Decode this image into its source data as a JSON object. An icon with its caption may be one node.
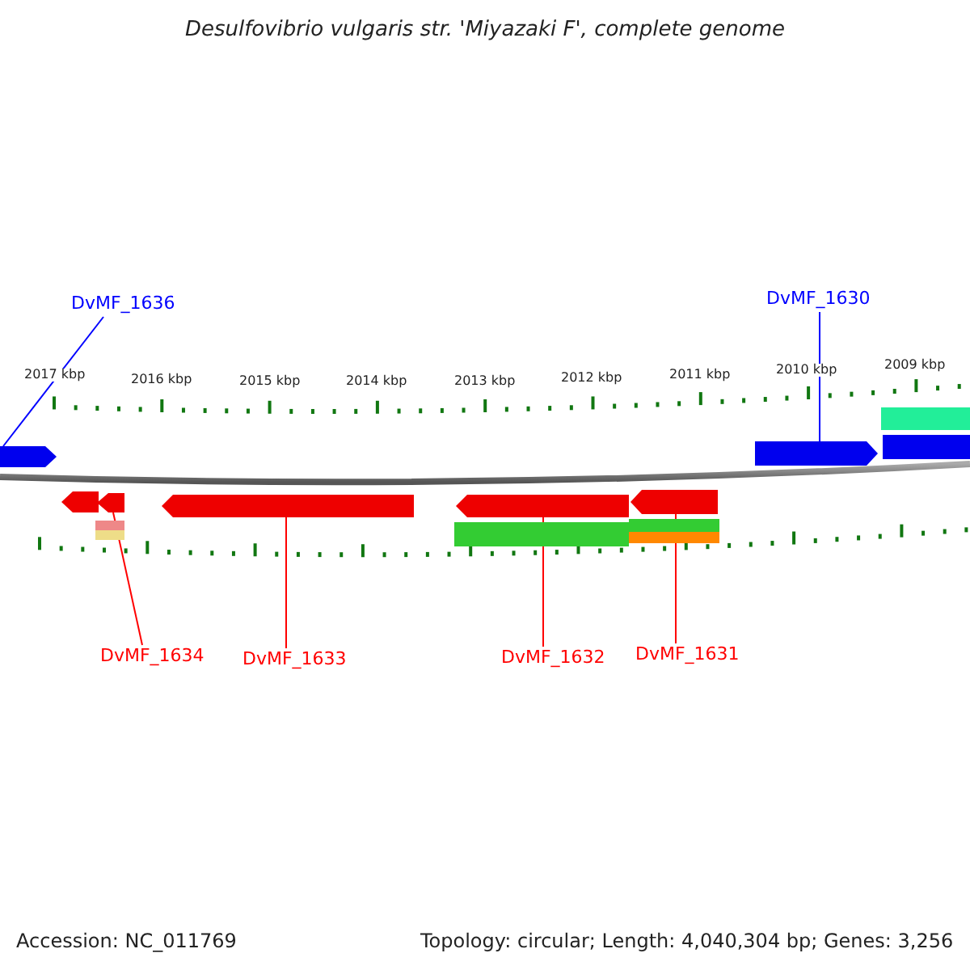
{
  "diagram": {
    "title": "Desulfovibrio vulgaris str. 'Miyazaki F', complete genome",
    "nodes": [
      {
        "text": [
          "DvMF_1636"
        ]
      },
      {
        "text": [
          "DvMF_1630"
        ]
      },
      {
        "text": [],
        "shape": "bar"
      },
      {
        "text": [],
        "shape": "bar"
      },
      {
        "text": [],
        "shape": "bar"
      },
      {
        "text": [],
        "shape": "bar"
      },
      {
        "text": [],
        "shape": "bar"
      },
      {
        "text": [],
        "shape": "bar"
      },
      {
        "text": [
          "DvMF_1634"
        ]
      },
      {
        "text": [
          "DvMF_1633"
        ]
      },
      {
        "text": [
          "DvMF_1632"
        ]
      },
      {
        "text": [
          "DvMF_1631"
        ]
      },
      {
        "text": [],
        "shape": "box"
      },
      {
        "text": [],
        "shape": "box"
      },
      {
        "text": [],
        "shape": "bar"
      },
      {
        "text": [],
        "shape": "box"
      },
      {
        "text": [],
        "shape": "box"
      },
      {
        "text": [],
        "shape": "box"
      },
      {
        "text": [],
        "shape": "box"
      },
      {
        "text": [],
        "shape": "box"
      }
    ],
    "edges": [
      {
        "from": 0,
        "to": 2,
        "arrow": "none",
        "color": "#0000ff"
      },
      {
        "from": 1,
        "to": 3,
        "arrow": "none",
        "color": "#0000ff"
      },
      {
        "from": 8,
        "to": 4,
        "arrow": "none"
      },
      {
        "from": 9,
        "to": 5,
        "arrow": "none"
      },
      {
        "from": 10,
        "to": 6,
        "arrow": "none"
      },
      {
        "from": 11,
        "to": 7,
        "arrow": "none"
      }
    ],
    "labels": [
      "2017 kbp",
      "2016 kbp",
      "2015 kbp",
      "2014 kbp",
      "2013 kbp",
      "2012 kbp",
      "2011 kbp",
      "2010 kbp",
      "2009 kbp",
      "Accession: NC_011769",
      "Topology: circular; Length: 4,040,304 bp; Genes: 3,256"
    ]
  }
}
